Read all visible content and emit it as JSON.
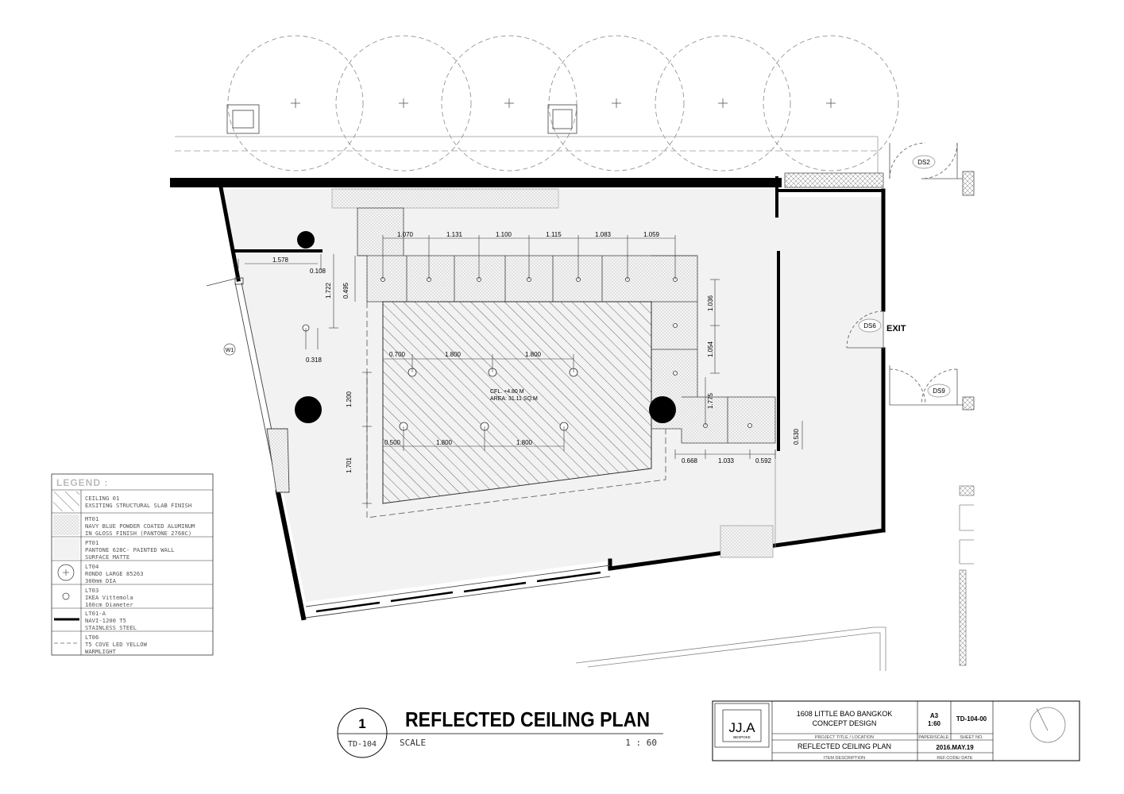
{
  "drawing": {
    "title": "REFLECTED CEILING PLAN",
    "view_number": "1",
    "view_sheet_ref": "TD-104",
    "scale_label": "SCALE",
    "scale_value": "1 : 60",
    "exit_label": "EXIT",
    "door_tags": [
      "DS2",
      "DS6",
      "DS9"
    ],
    "window_tag": "W1",
    "ceiling_note_line1": "CFL. +4.80 M",
    "ceiling_note_line2": "AREA: 31.11 SQ.M"
  },
  "dimensions": {
    "top_row": [
      "1.070",
      "1.131",
      "1.100",
      "1.115",
      "1.083",
      "1.059"
    ],
    "right_column": [
      "1.036",
      "1.054",
      "1.775"
    ],
    "bottom_right_row": [
      "0.668",
      "1.033",
      "0.592"
    ],
    "right_edge": "0.530",
    "left_wall_width": "1.578",
    "left_small_a": "0.108",
    "left_height": "1.722",
    "left_offset": "0.495",
    "left_light_offset": "0.318",
    "upper_light_row": [
      "0.700",
      "1.800",
      "1.800"
    ],
    "lower_light_row": [
      "0.500",
      "1.800",
      "1.800"
    ],
    "hatch_left_top": "1.200",
    "hatch_left_bottom": "1.701"
  },
  "legend": {
    "heading": "LEGEND :",
    "items": [
      {
        "code": "CEILING 01",
        "line1": "EXSITING STRUCTURAL SLAB FINISH",
        "line2": "",
        "line3": ""
      },
      {
        "code": "MT01",
        "line1": "NAVY BLUE POWDER COATED ALUMINUM",
        "line2": "IN GLOSS FINISH (PANTONE 2768C)",
        "line3": ""
      },
      {
        "code": "PT01",
        "line1": "PANTONE 628C- PAINTED WALL",
        "line2": "SURFACE MATTE",
        "line3": ""
      },
      {
        "code": "LT04",
        "line1": "RONDO LARGE 85263",
        "line2": "300mm DIA",
        "line3": ""
      },
      {
        "code": "LT03",
        "line1": "IKEA Vittemola",
        "line2": "160cm Diameter",
        "line3": ""
      },
      {
        "code": "LT01-A",
        "line1": "NAVI-1200 T5",
        "line2": "STAINLESS STEEL",
        "line3": ""
      },
      {
        "code": "LT06",
        "line1": "T5 COVE LED YELLOW",
        "line2": "WARMLIGHT",
        "line3": ""
      }
    ]
  },
  "title_block": {
    "logo_text": "JJ.A",
    "logo_sub": "BESPOKE",
    "project_line1": "1608 LITTLE BAO BANGKOK",
    "project_line2": "CONCEPT DESIGN",
    "project_caption": "PROJECT TITLE / LOCATION",
    "item_description": "REFLECTED CEILING PLAN",
    "item_caption": "ITEM DESCRIPTION",
    "paper_size": "A3",
    "paper_scale": "1:60",
    "paper_caption": "PAPER/SCALE:",
    "sheet_no": "TD-104-00",
    "sheet_caption": "SHEET NO.",
    "date": "2016.MAY.19",
    "date_caption": "REF.CODE/ DATE"
  }
}
